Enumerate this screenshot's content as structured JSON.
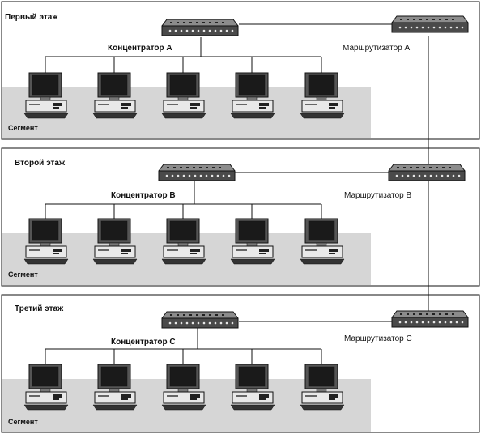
{
  "floors": [
    {
      "id": "floor1",
      "title": "Первый этаж",
      "hub_label": "Концентратор A",
      "router_label": "Маршрутизатор A",
      "segment_label": "Сегмент",
      "computers": 5
    },
    {
      "id": "floor2",
      "title": "Второй этаж",
      "hub_label": "Концентратор B",
      "router_label": "Маршрутизатор B",
      "segment_label": "Сегмент",
      "computers": 5
    },
    {
      "id": "floor3",
      "title": "Третий этаж",
      "hub_label": "Концентратор C",
      "router_label": "Маршрутизатор C",
      "segment_label": "Сегмент",
      "computers": 5
    }
  ],
  "colors": {
    "segment_fill": "#d6d6d6",
    "line": "#111111",
    "device_body": "#4a4a4a",
    "device_top": "#9a9a9a"
  }
}
